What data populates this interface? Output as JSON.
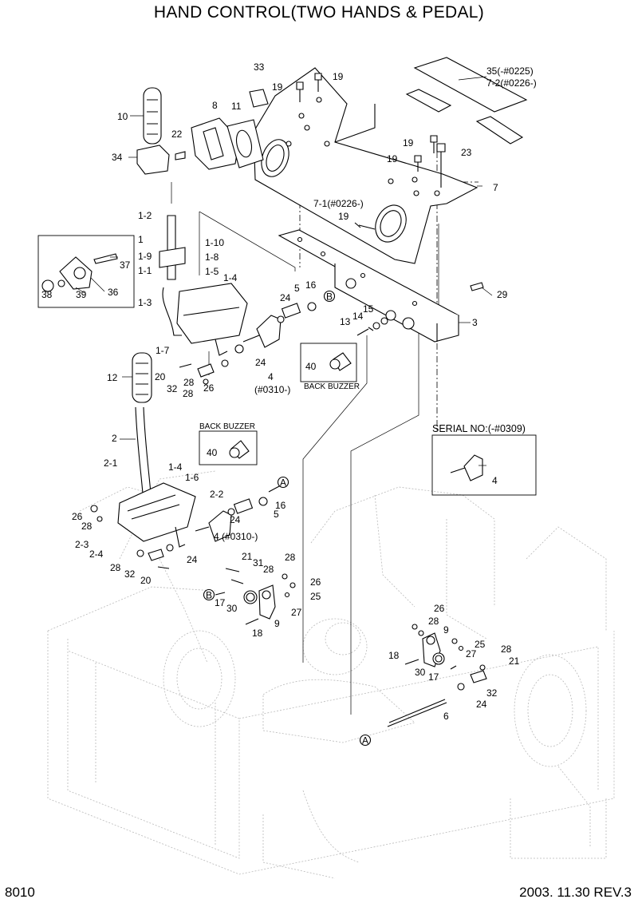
{
  "title": "HAND CONTROL(TWO HANDS & PEDAL)",
  "page_number": "8010",
  "footer": "2003. 11.30  REV.3",
  "callouts": {
    "back_buzzer_1": "BACK BUZZER",
    "back_buzzer_2": "BACK BUZZER",
    "serial_box": "SERIAL NO:(-#0309)"
  },
  "part_labels": [
    "35(-#0225)",
    "7-2(#0226-)",
    "33",
    "19",
    "19",
    "8",
    "11",
    "10",
    "22",
    "34",
    "19",
    "23",
    "19",
    "7",
    "7-1(#0226-)",
    "19",
    "1-2",
    "1",
    "1-10",
    "1-9",
    "1-8",
    "37",
    "1-1",
    "1-5",
    "1-4",
    "36",
    "38",
    "39",
    "1-3",
    "5",
    "16",
    "24",
    "29",
    "3",
    "15",
    "14",
    "13",
    "1-7",
    "40",
    "24",
    "20",
    "28",
    "26",
    "32",
    "28",
    "4",
    "(#0310-)",
    "12",
    "2",
    "40",
    "2-1",
    "1-4",
    "1-6",
    "4",
    "2-2",
    "16",
    "5",
    "26",
    "28",
    "24",
    "4 (#0310-)",
    "2-3",
    "2-4",
    "24",
    "28",
    "32",
    "20",
    "21",
    "31",
    "28",
    "28",
    "26",
    "17",
    "30",
    "27",
    "25",
    "18",
    "9",
    "26",
    "28",
    "9",
    "25",
    "27",
    "28",
    "18",
    "21",
    "30",
    "17",
    "32",
    "24",
    "6"
  ],
  "reference_markers": [
    "B",
    "B",
    "A",
    "A"
  ]
}
